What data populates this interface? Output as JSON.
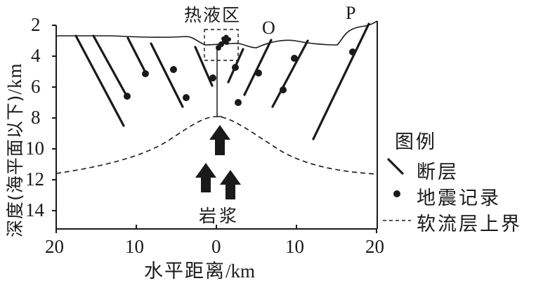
{
  "diagram": {
    "title_labels": {
      "hydrothermal_zone": "热液区",
      "point_o": "O",
      "point_p": "P",
      "magma": "岩浆"
    },
    "y_axis": {
      "label": "深度(海平面以下)",
      "unit": "/km",
      "ticks": [
        "2",
        "4",
        "6",
        "8",
        "10",
        "12",
        "14"
      ]
    },
    "x_axis": {
      "label": "水平距离",
      "unit": "/km",
      "ticks": [
        "20",
        "10",
        "0",
        "10",
        "20"
      ]
    },
    "legend": {
      "title": "图例",
      "items": [
        {
          "symbol": "fault-line",
          "label": "断层"
        },
        {
          "symbol": "dot",
          "label": "地震记录"
        },
        {
          "symbol": "dashed-line",
          "label": "软流层上界"
        }
      ]
    },
    "colors": {
      "ink": "#1a1a1a",
      "background": "#ffffff"
    }
  }
}
